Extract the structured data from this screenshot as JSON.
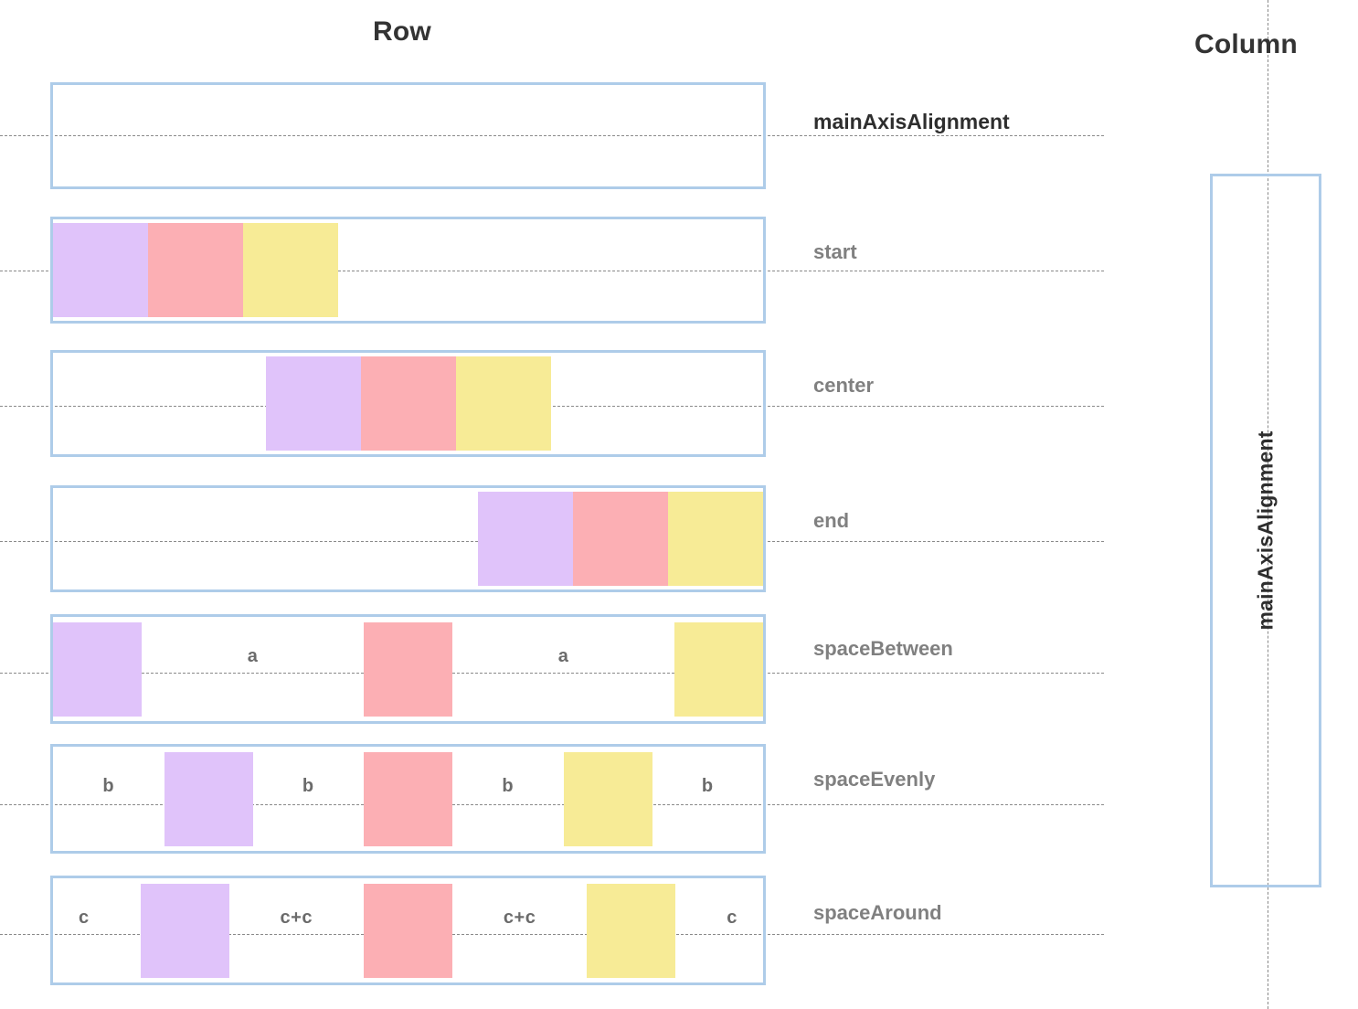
{
  "headings": {
    "row": "Row",
    "column": "Column"
  },
  "colors": {
    "container_border": "#aecce9",
    "purple": "#e0c3fa",
    "pink": "#fcafb4",
    "yellow": "#f7eb96",
    "guide_line": "#8a8a8a",
    "label_gray": "#808080",
    "label_dark": "#2e2e2e",
    "gap_label": "#6b6b6b"
  },
  "row_section": {
    "rows": [
      {
        "id": "header",
        "label": "mainAxisAlignment",
        "label_style": "strong",
        "alignment": "",
        "items": [],
        "gap_labels": []
      },
      {
        "id": "start",
        "label": "start",
        "label_style": "normal",
        "alignment": "start",
        "items": [
          "purple",
          "pink",
          "yellow"
        ],
        "gap_labels": []
      },
      {
        "id": "center",
        "label": "center",
        "label_style": "normal",
        "alignment": "center",
        "items": [
          "purple",
          "pink",
          "yellow"
        ],
        "gap_labels": []
      },
      {
        "id": "end",
        "label": "end",
        "label_style": "normal",
        "alignment": "end",
        "items": [
          "purple",
          "pink",
          "yellow"
        ],
        "gap_labels": []
      },
      {
        "id": "spaceBetween",
        "label": "spaceBetween",
        "label_style": "normal",
        "alignment": "spaceBetween",
        "items": [
          "purple",
          "pink",
          "yellow"
        ],
        "gap_labels": [
          "a",
          "a"
        ]
      },
      {
        "id": "spaceEvenly",
        "label": "spaceEvenly",
        "label_style": "normal",
        "alignment": "spaceEvenly",
        "items": [
          "purple",
          "pink",
          "yellow"
        ],
        "gap_labels": [
          "b",
          "b",
          "b",
          "b"
        ]
      },
      {
        "id": "spaceAround",
        "label": "spaceAround",
        "label_style": "normal",
        "alignment": "spaceAround",
        "items": [
          "purple",
          "pink",
          "yellow"
        ],
        "gap_labels": [
          "c",
          "c+c",
          "c+c",
          "c"
        ]
      }
    ]
  },
  "column_section": {
    "label": "mainAxisAlignment"
  }
}
